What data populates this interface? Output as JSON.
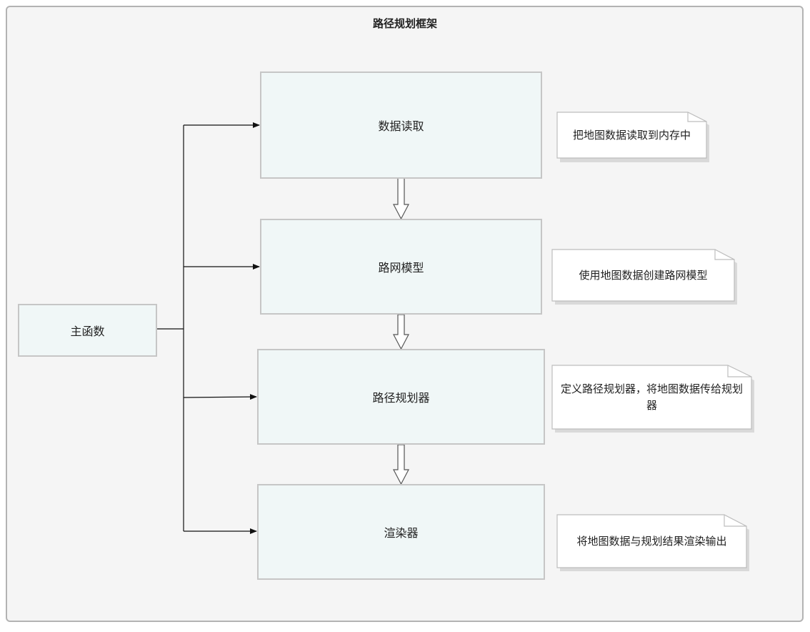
{
  "diagram": {
    "title": "路径规划框架",
    "main": {
      "label": "主函数"
    },
    "modules": [
      {
        "label": "数据读取"
      },
      {
        "label": "路网模型"
      },
      {
        "label": "路径规划器"
      },
      {
        "label": "渲染器"
      }
    ],
    "notes": [
      {
        "text": "把地图数据读取到内存中"
      },
      {
        "text": "使用地图数据创建路网模型"
      },
      {
        "text": "定义路径规划器，将地图数据传给规划器"
      },
      {
        "text": "将地图数据与规划结果渲染输出"
      }
    ]
  }
}
